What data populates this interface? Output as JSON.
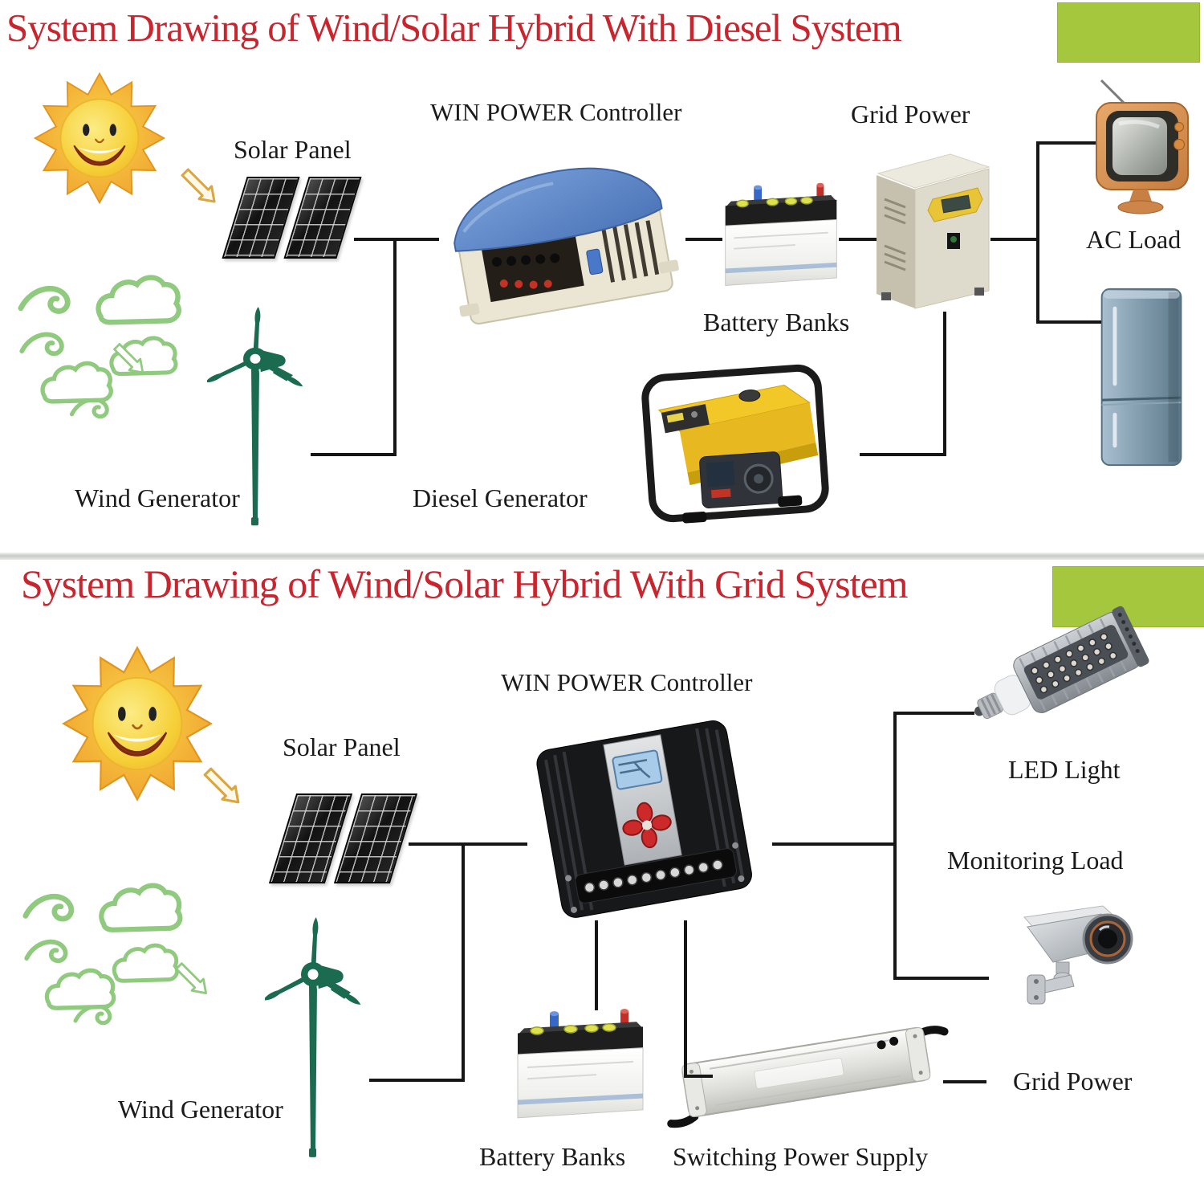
{
  "colors": {
    "title_red": "#c8252e",
    "corner_green": "#a5c73e",
    "wire_black": "#161616",
    "turbine_green": "#1a6b4f",
    "cloud_green": "#8fca7e",
    "sun_yellow": "#f6cf37",
    "arrow_yellow": "#dca63e"
  },
  "sections": [
    {
      "title": "System Drawing of Wind/Solar Hybrid With Diesel System",
      "labels": {
        "solar_panel": "Solar Panel",
        "controller": "WIN POWER Controller",
        "grid_power": "Grid Power",
        "battery_banks": "Battery Banks",
        "ac_load": "AC Load",
        "wind_generator": "Wind Generator",
        "diesel_generator": "Diesel Generator"
      }
    },
    {
      "title": "System Drawing of Wind/Solar Hybrid With Grid System",
      "labels": {
        "solar_panel": "Solar Panel",
        "controller": "WIN POWER Controller",
        "led_light": "LED Light",
        "monitoring_load": "Monitoring Load",
        "wind_generator": "Wind Generator",
        "battery_banks": "Battery Banks",
        "switching_power_supply": "Switching Power Supply",
        "grid_power": "Grid Power"
      }
    }
  ]
}
